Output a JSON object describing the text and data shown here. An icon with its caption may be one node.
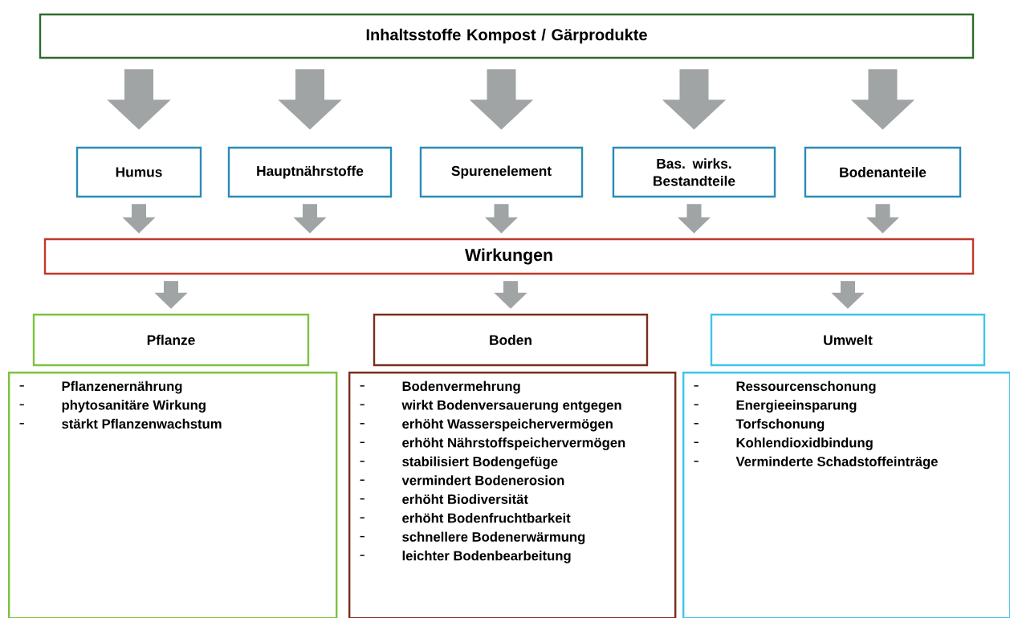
{
  "diagram": {
    "nodes": [
      {
        "text": [
          "Inhaltsstoffe Kompost / Gärprodukte"
        ]
      },
      {
        "text": [
          "Humus"
        ]
      },
      {
        "text": [
          "Hauptnährstoffe"
        ]
      },
      {
        "text": [
          "Spurenelement"
        ]
      },
      {
        "text": [
          "Bas. wirks. Bestandteile"
        ]
      },
      {
        "text": [
          "Bodenanteile"
        ]
      },
      {
        "text": [
          "Wirkungen"
        ]
      },
      {
        "text": [
          "Pflanze"
        ]
      },
      {
        "text": [
          "Boden"
        ]
      },
      {
        "text": [
          "Umwelt"
        ]
      },
      {
        "text": [
          "Pflanzenernährung",
          "phytosanitäre Wirkung",
          "stärkt Pflanzenwachstum"
        ]
      },
      {
        "text": [
          "Bodenvermehrung",
          "wirkt Bodenversauerung entgegen",
          "erhöht Wasserspeichervermögen",
          "erhöht Nährstoffspeichervermögen",
          "stabilisiert Bodengefüge",
          "vermindert Bodenerosion",
          "erhöht Biodiversität",
          "erhöht Bodenfruchtbarkeit",
          "schnellere Bodenerwärmung",
          "leichter Bodenbearbeitung"
        ]
      },
      {
        "text": [
          "Ressourcenschonung",
          "Energieeinsparung",
          "Torfschonung",
          "Kohlendioxidbindung",
          "Verminderte Schadstoffeinträge"
        ]
      }
    ],
    "edges": [
      {
        "from": 0,
        "to": 1,
        "arrow": "to",
        "style": "thick"
      },
      {
        "from": 0,
        "to": 2,
        "arrow": "to",
        "style": "thick"
      },
      {
        "from": 0,
        "to": 3,
        "arrow": "to",
        "style": "thick"
      },
      {
        "from": 0,
        "to": 4,
        "arrow": "to",
        "style": "thick"
      },
      {
        "from": 0,
        "to": 5,
        "arrow": "to",
        "style": "thick"
      },
      {
        "from": 1,
        "to": 6,
        "arrow": "to"
      },
      {
        "from": 2,
        "to": 6,
        "arrow": "to"
      },
      {
        "from": 3,
        "to": 6,
        "arrow": "to"
      },
      {
        "from": 4,
        "to": 6,
        "arrow": "to"
      },
      {
        "from": 5,
        "to": 6,
        "arrow": "to"
      },
      {
        "from": 6,
        "to": 7,
        "arrow": "to"
      },
      {
        "from": 6,
        "to": 8,
        "arrow": "to"
      },
      {
        "from": 6,
        "to": 9,
        "arrow": "to"
      }
    ]
  }
}
